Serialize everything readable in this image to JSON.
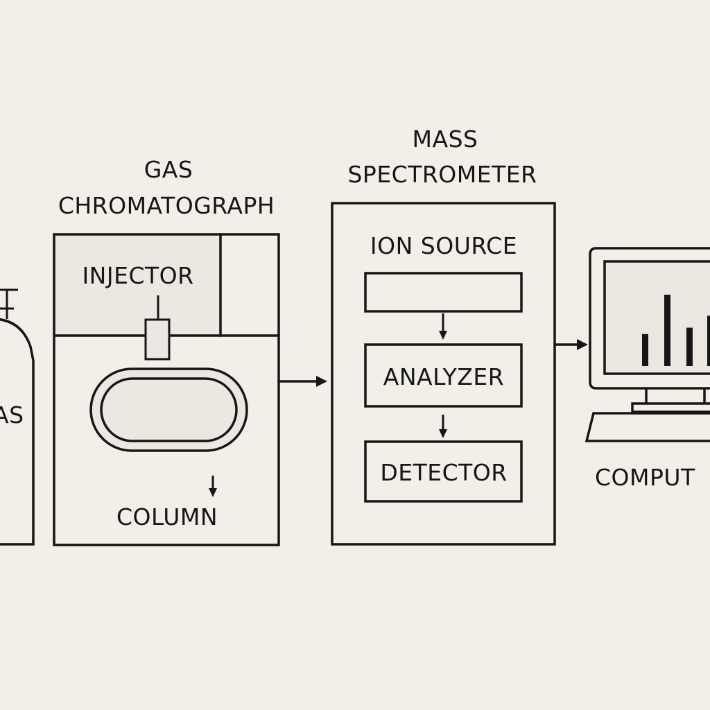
{
  "colors": {
    "background": "#f2efe9",
    "ink": "#161616",
    "panel_fill": "#ebe8e2"
  },
  "gas_cylinder": {
    "label": "AS"
  },
  "gas_chromatograph": {
    "title_line1": "GAS",
    "title_line2": "CHROMATOGRAPH",
    "injector_label": "INJECTOR",
    "column_label": "COLUMN"
  },
  "mass_spectrometer": {
    "title_line1": "MASS",
    "title_line2": "SPECTROMETER",
    "ion_source_label": "ION SOURCE",
    "analyzer_label": "ANALYZER",
    "detector_label": "DETECTOR"
  },
  "computer": {
    "label": "COMPUT",
    "screen_bar_levels": [
      0.35,
      0.78,
      0.42,
      0.55
    ]
  },
  "icons": [
    "gas-cylinder-icon",
    "arrow-icon",
    "monitor-icon",
    "keyboard-icon",
    "bar-chart-icon"
  ]
}
